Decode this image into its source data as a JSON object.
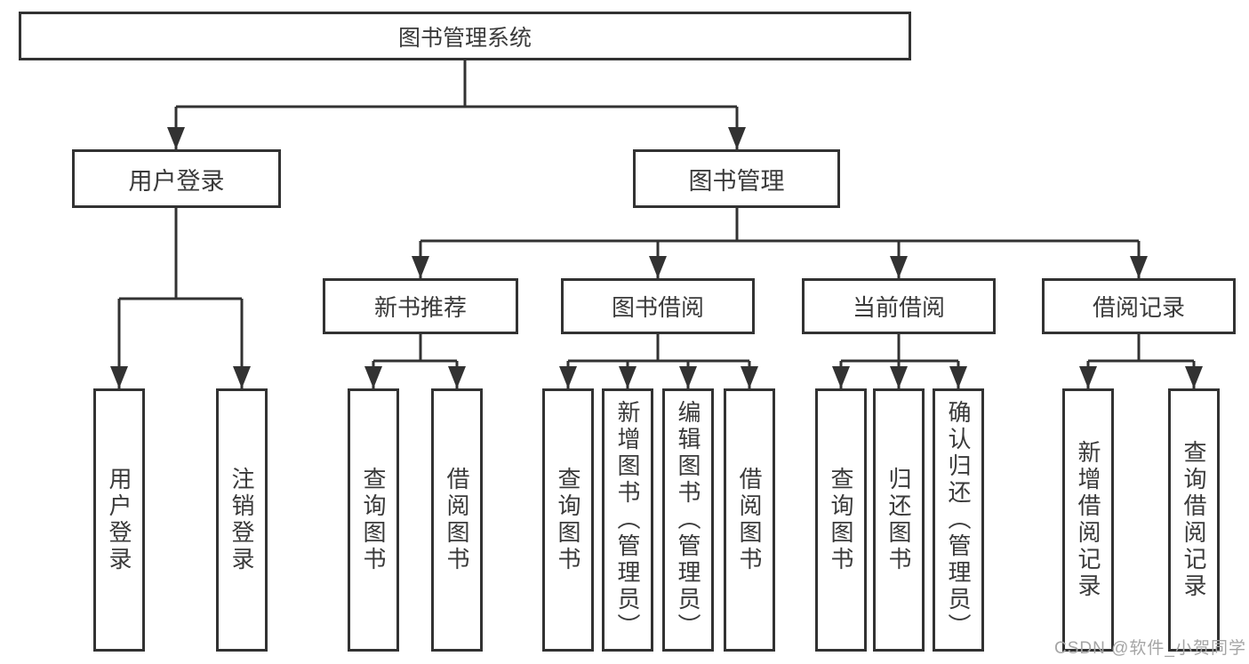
{
  "diagram_title": "图书管理系统",
  "nodes": {
    "root": "图书管理系统",
    "level2": [
      "用户登录",
      "图书管理"
    ],
    "level3": [
      "新书推荐",
      "图书借阅",
      "当前借阅",
      "借阅记录"
    ],
    "leaves": [
      "用户登录",
      "注销登录",
      "查询图书",
      "借阅图书",
      "查询图书",
      "新增图书（管理员）",
      "编辑图书（管理员）",
      "借阅图书",
      "查询图书",
      "归还图书",
      "确认归还（管理员）",
      "新增借阅记录",
      "查询借阅记录"
    ]
  },
  "structure": {
    "图书管理系统": [
      "用户登录",
      "图书管理"
    ],
    "用户登录": [
      "用户登录",
      "注销登录"
    ],
    "图书管理": [
      "新书推荐",
      "图书借阅",
      "当前借阅",
      "借阅记录"
    ],
    "新书推荐": [
      "查询图书",
      "借阅图书"
    ],
    "图书借阅": [
      "查询图书",
      "新增图书（管理员）",
      "编辑图书（管理员）",
      "借阅图书"
    ],
    "当前借阅": [
      "查询图书",
      "归还图书",
      "确认归还（管理员）"
    ],
    "借阅记录": [
      "新增借阅记录",
      "查询借阅记录"
    ]
  },
  "watermark": {
    "text": "CSDN @软件_小贺同学"
  },
  "colors": {
    "line": "#323232",
    "text": "#3a3a3a",
    "background": "#ffffff",
    "watermark": "#a5a5a5"
  }
}
